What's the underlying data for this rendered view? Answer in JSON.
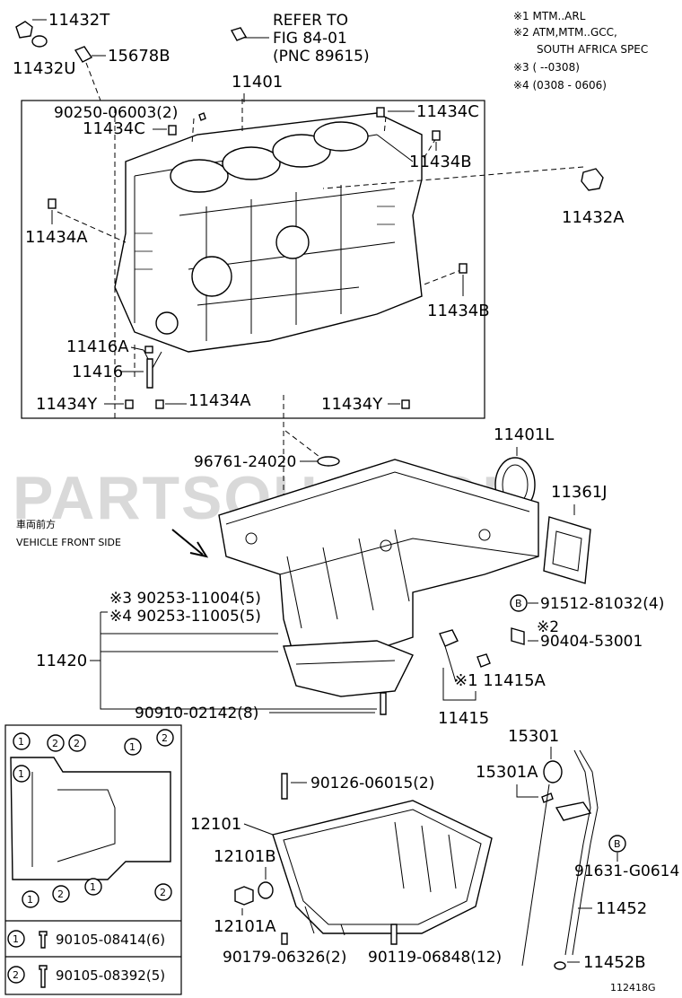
{
  "notes": {
    "n1": "※1 MTM..ARL",
    "n2a": "※2 ATM,MTM..GCC,",
    "n2b": "SOUTH AFRICA SPEC",
    "n3": "※3 (         --0308)",
    "n4": "※4 (0308 - 0606)"
  },
  "refer": {
    "line1": "REFER TO",
    "line2": "FIG 84-01",
    "line3": "(PNC 89615)"
  },
  "front": {
    "jp": "車両前方",
    "en": "VEHICLE FRONT SIDE"
  },
  "watermark": "PARTSOUQ.COM",
  "figure_id": "112418G",
  "labels": {
    "p11432T": "11432T",
    "p11432U": "11432U",
    "p15678B": "15678B",
    "p11401": "11401",
    "p90250": "90250-06003(2)",
    "p11434C_left": "11434C",
    "p11434C_right": "11434C",
    "p11434B_top": "11434B",
    "p11432A": "11432A",
    "p11434A_left": "11434A",
    "p11434B_bottom": "11434B",
    "p11416A": "11416A",
    "p11416": "11416",
    "p11434Y_left": "11434Y",
    "p11434A_bottom": "11434A",
    "p11434Y_right": "11434Y",
    "p96761": "96761-24020",
    "p11401L": "11401L",
    "p11361J": "11361J",
    "p91512": "91512-81032(4)",
    "p90253_11004": "※3 90253-11004(5)",
    "p90253_11005": "※4 90253-11005(5)",
    "p90404_mark": "※2",
    "p90404": "90404-53001",
    "p11420": "11420",
    "p11415A": "※1 11415A",
    "p90910": "90910-02142(8)",
    "p11415": "11415",
    "p15301": "15301",
    "p15301A": "15301A",
    "p90126": "90126-06015(2)",
    "p12101": "12101",
    "p12101B": "12101B",
    "p91631": "91631-G0614",
    "p11452": "11452",
    "p12101A": "12101A",
    "p90179": "90179-06326(2)",
    "p90119": "90119-06848(12)",
    "p11452B": "11452B"
  },
  "callout_B": "B",
  "legend": {
    "bolt1_mark": "1",
    "bolt1_pn": "90105-08414(6)",
    "bolt2_mark": "2",
    "bolt2_pn": "90105-08392(5)",
    "map_marks": [
      "1",
      "2",
      "2",
      "1",
      "2",
      "1",
      "1",
      "2",
      "1",
      "2"
    ]
  }
}
